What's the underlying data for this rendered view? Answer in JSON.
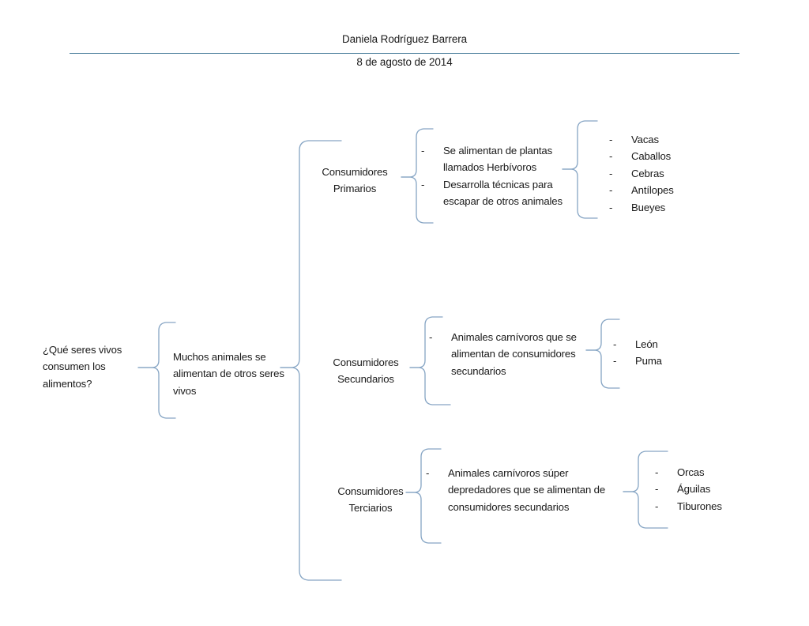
{
  "header": {
    "author": "Daniela Rodríguez Barrera",
    "date": "8 de agosto de 2014"
  },
  "diagram": {
    "root": {
      "label": "¿Qué seres vivos consumen los alimentos?"
    },
    "trunk": {
      "label": "Muchos animales se alimentan de otros seres vivos"
    },
    "branches": [
      {
        "title_line1": "Consumidores",
        "title_line2": "Primarios",
        "details": [
          "Se alimentan de plantas llamados Herbívoros",
          "Desarrolla técnicas para escapar de otros animales"
        ],
        "examples": [
          "Vacas",
          "Caballos",
          "Cebras",
          "Antílopes",
          "Bueyes"
        ]
      },
      {
        "title_line1": "Consumidores",
        "title_line2": "Secundarios",
        "details": [
          "Animales carnívoros que se alimentan de consumidores secundarios"
        ],
        "examples": [
          "León",
          "Puma"
        ]
      },
      {
        "title_line1": "Consumidores",
        "title_line2": "Terciarios",
        "details": [
          "Animales carnívoros súper depredadores que se alimentan de consumidores secundarios"
        ],
        "examples": [
          "Orcas",
          "Águilas",
          "Tiburones"
        ]
      }
    ],
    "bullet_marker": "-",
    "colors": {
      "connector": "#86a5c4",
      "header_rule": "#4a7e9b",
      "text": "#1a1a1a"
    }
  }
}
